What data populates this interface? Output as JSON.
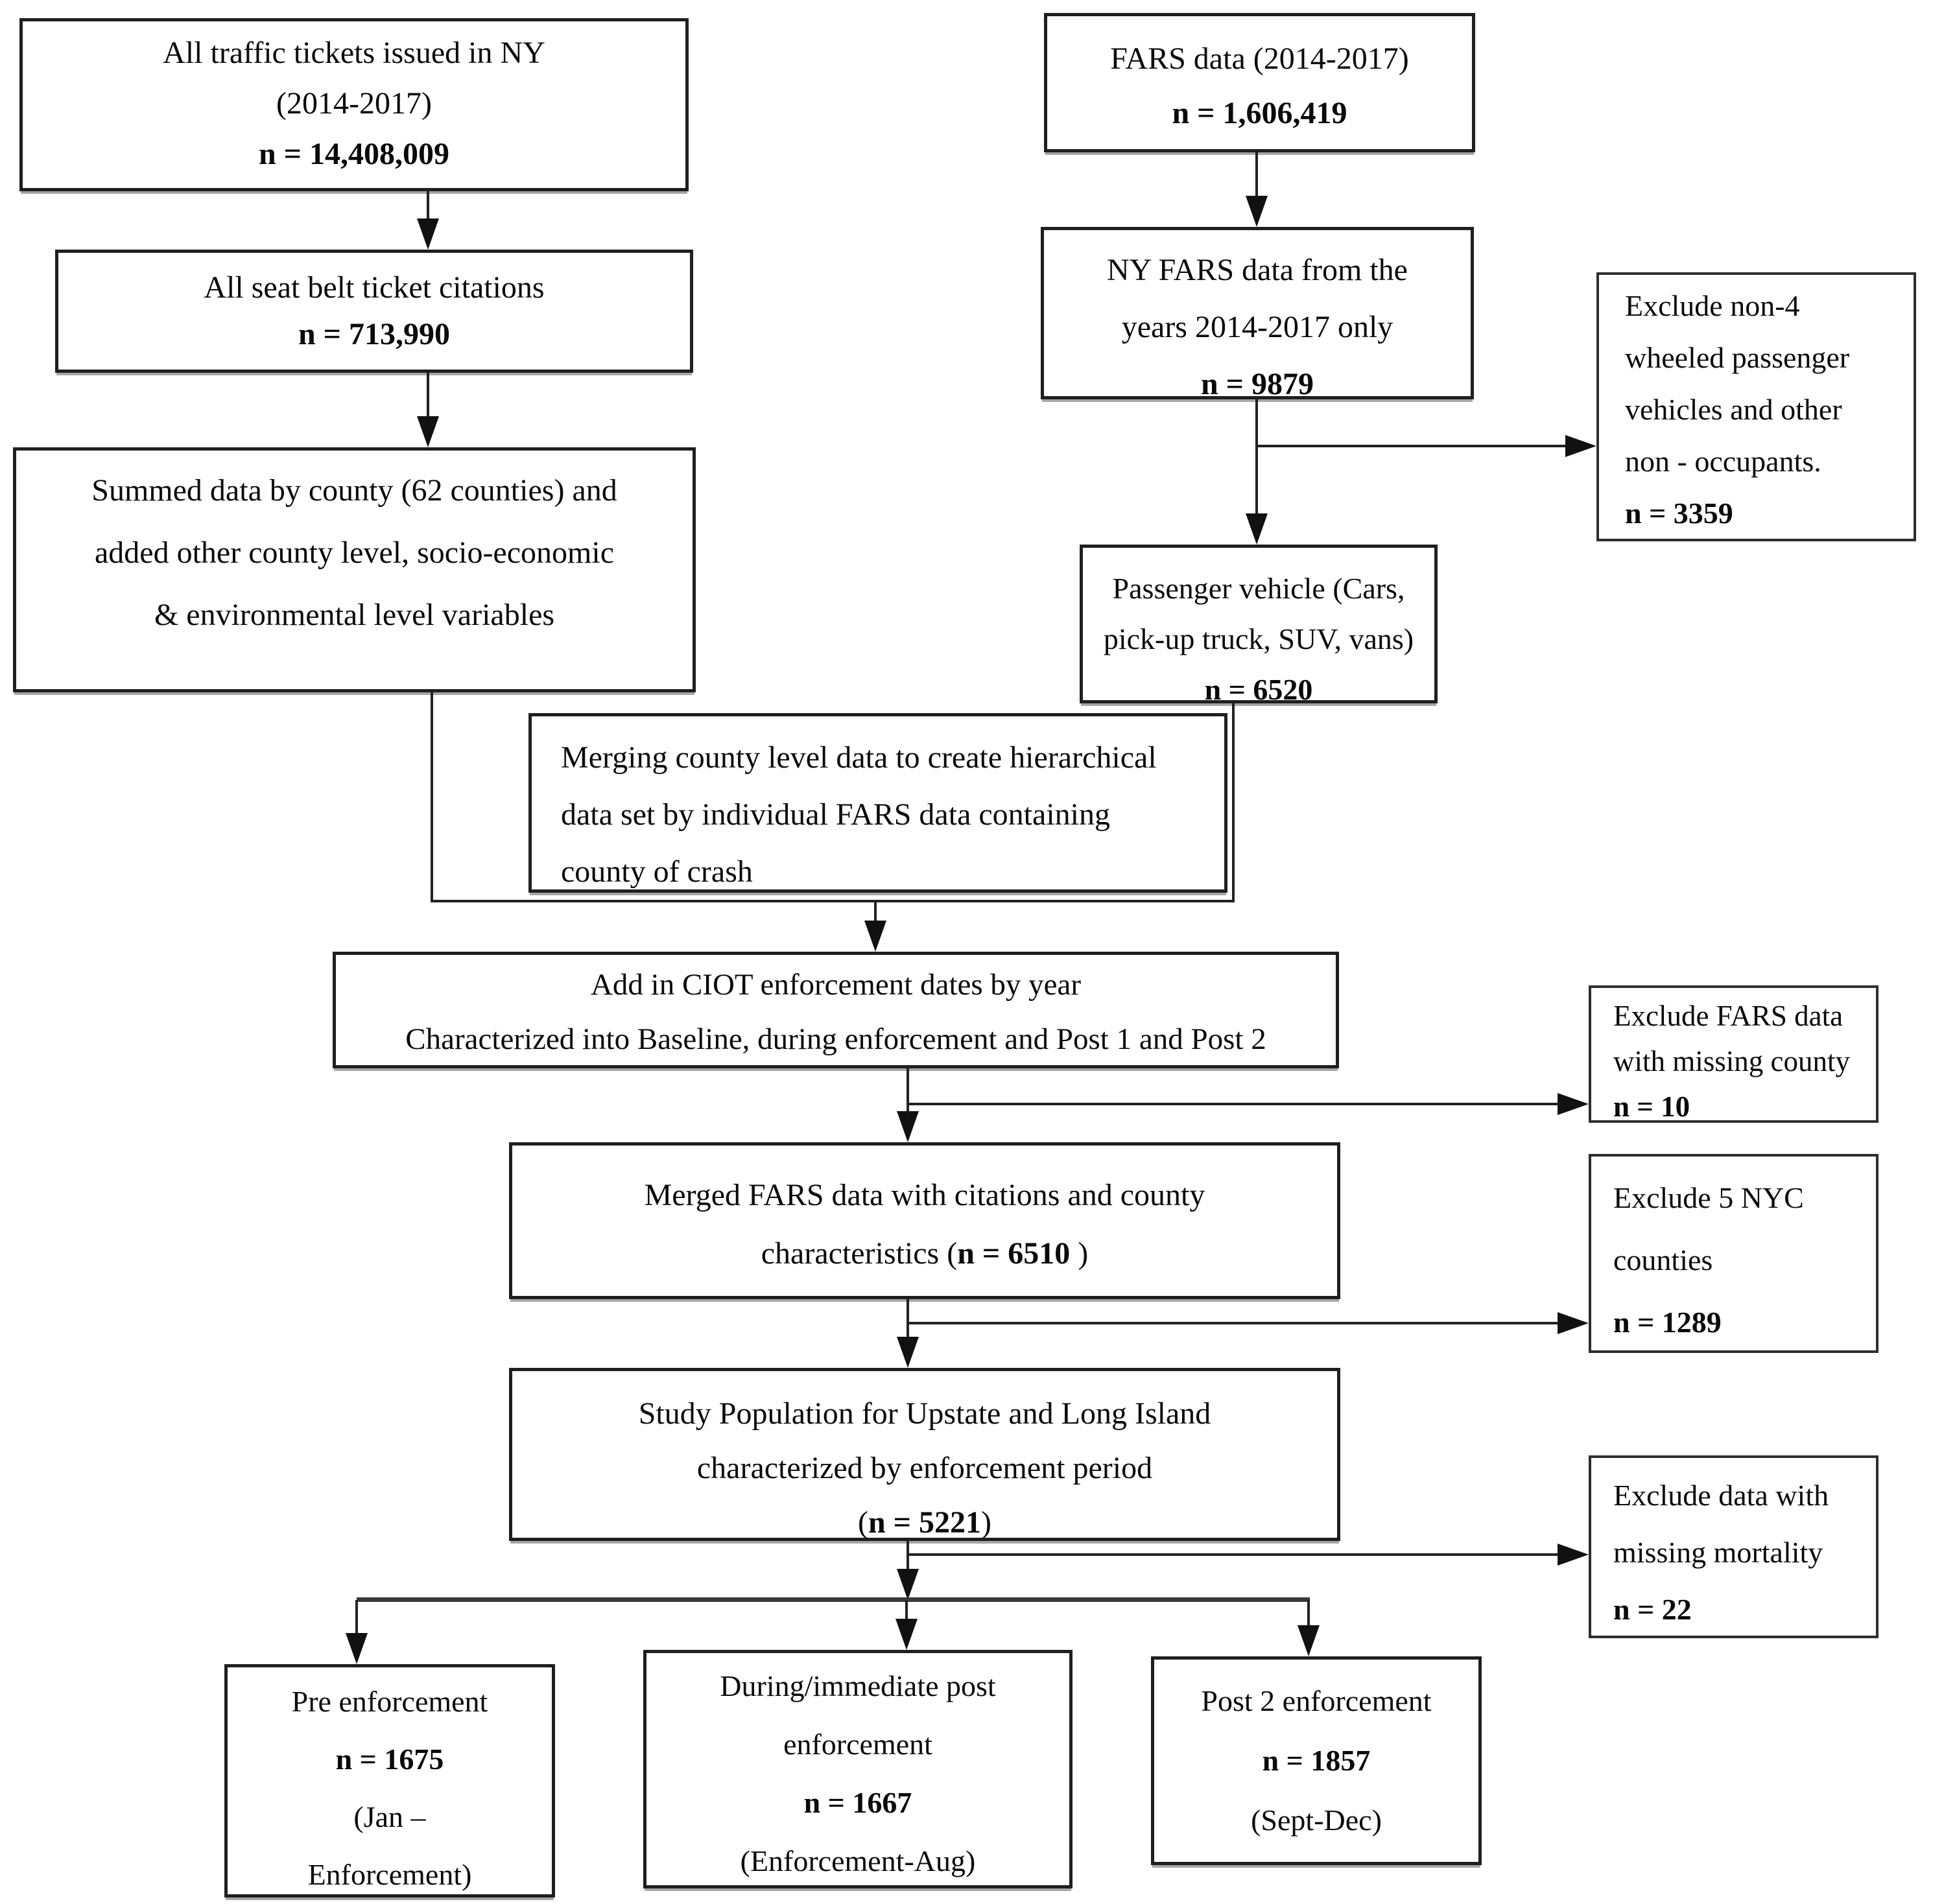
{
  "nodes": {
    "traffic": {
      "lines": [
        "All traffic tickets issued in NY",
        "(2014-2017)"
      ],
      "n": "n = 14,408,009"
    },
    "seatbelt": {
      "lines": [
        "All seat belt ticket citations"
      ],
      "n": "n = 713,990"
    },
    "summed": {
      "lines": [
        "Summed data by county (62 counties) and",
        "added other county level, socio-economic",
        "& environmental level variables"
      ]
    },
    "fars": {
      "lines": [
        "FARS data (2014-2017)"
      ],
      "n": "n = 1,606,419"
    },
    "ny_fars": {
      "lines": [
        "NY FARS data from the",
        "years 2014-2017 only"
      ],
      "n": "n = 9879"
    },
    "passenger": {
      "lines": [
        "Passenger vehicle (Cars,",
        "pick-up truck, SUV, vans)"
      ],
      "n": "n = 6520"
    },
    "merging": {
      "lines": [
        "Merging county level data to create hierarchical",
        "data set by individual FARS data containing",
        "county of crash"
      ]
    },
    "ciot": {
      "lines": [
        "Add in CIOT enforcement dates by year",
        "Characterized into Baseline, during enforcement and Post 1 and Post 2"
      ]
    },
    "merged": {
      "line1": "Merged FARS data with citations and county",
      "line2_prefix": "characteristics (",
      "n": "n = 6510",
      "line2_suffix": " )"
    },
    "study": {
      "lines": [
        "Study Population for Upstate and Long Island",
        "characterized by enforcement period"
      ],
      "n_prefix": "(",
      "n": "n = 5221",
      "n_suffix": ")"
    },
    "pre": {
      "title": "Pre enforcement",
      "n": "n = 1675",
      "sub1": "(Jan –",
      "sub2": "Enforcement)"
    },
    "during": {
      "title1": "During/immediate post",
      "title2": "enforcement",
      "n": "n = 1667",
      "sub": "(Enforcement-Aug)"
    },
    "post2": {
      "title": "Post 2 enforcement",
      "n": "n = 1857",
      "sub": "(Sept-Dec)"
    }
  },
  "exclusions": {
    "non_four_wheel": {
      "lines": [
        "Exclude non-4",
        "wheeled passenger",
        "vehicles and other",
        "non - occupants."
      ],
      "n": "n = 3359"
    },
    "missing_county": {
      "lines": [
        "Exclude FARS data",
        "with missing county"
      ],
      "n": "n = 10"
    },
    "nyc_counties": {
      "lines": [
        "Exclude 5 NYC",
        "counties"
      ],
      "n": "n = 1289"
    },
    "missing_mortality": {
      "lines": [
        "Exclude data with",
        "missing mortality"
      ],
      "n": "n = 22"
    }
  }
}
